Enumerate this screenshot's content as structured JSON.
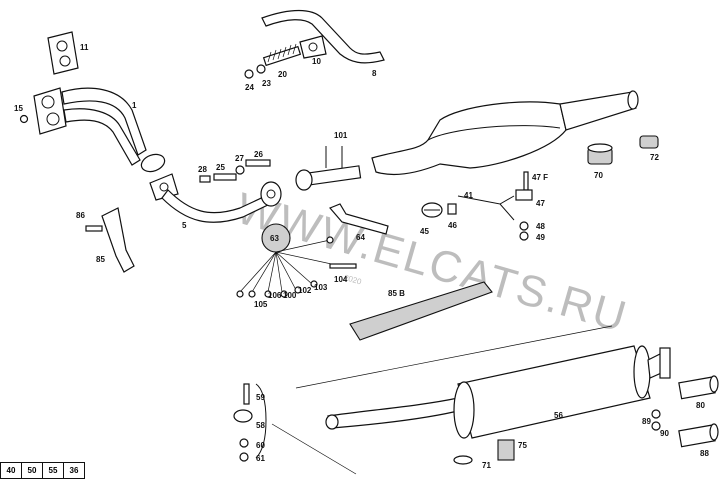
{
  "diagram": {
    "labels": {
      "p1": "1",
      "p5": "5",
      "p8": "8",
      "p10": "10",
      "p11": "11",
      "p15": "15",
      "p20": "20",
      "p23": "23",
      "p24": "24",
      "p25": "25",
      "p26": "26",
      "p27": "27",
      "p28": "28",
      "p41": "41",
      "p45": "45",
      "p46": "46",
      "p47f": "47 F",
      "p47": "47",
      "p48": "48",
      "p49": "49",
      "p56": "56",
      "p58": "58",
      "p59": "59",
      "p60": "60",
      "p61": "61",
      "p63": "63",
      "p64": "64",
      "p70": "70",
      "p71": "71",
      "p72": "72",
      "p75": "75",
      "p80": "80",
      "p85": "85",
      "p85b": "85 B",
      "p86": "86",
      "p88": "88",
      "p89": "89",
      "p90": "90",
      "p101": "101",
      "p102": "102",
      "p103": "103",
      "p104": "104",
      "p105": "105",
      "p106": "106",
      "p100": "100"
    },
    "watermark": "WWW.ELCATS.RU",
    "watermark_year": "2020"
  },
  "page_tabs": [
    "40",
    "50",
    "55",
    "36"
  ]
}
